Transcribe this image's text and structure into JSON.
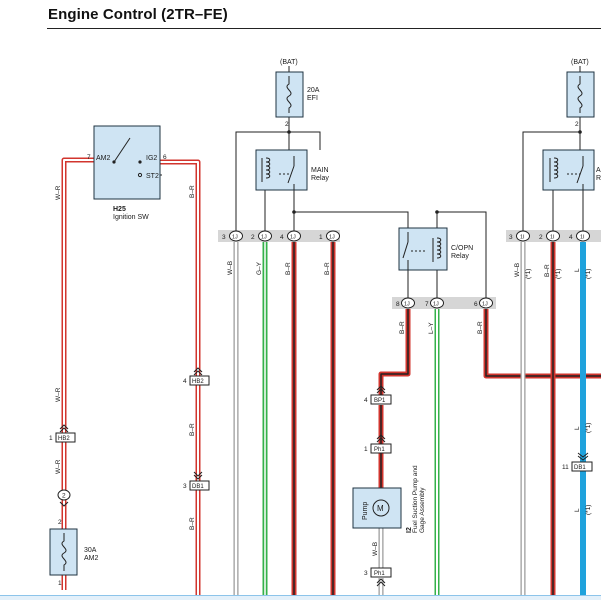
{
  "title": "Engine Control (2TR–FE)",
  "colors": {
    "box_fill": "#cfe4f3",
    "box_stroke": "#1f3342",
    "wire_black": "#222222",
    "wire_red": "#d2352e",
    "wire_green": "#34b24a",
    "wire_blue": "#1fa2dc",
    "connector_strip": "#d6d6d6",
    "footer_tint": "#e3f0fa"
  },
  "components": {
    "fuse_efi": {
      "source": "(BAT)",
      "rating": "20A",
      "name": "EFI",
      "pin": "2"
    },
    "fuse_right_top": {
      "source": "(BAT)",
      "pin": "2"
    },
    "main_relay": {
      "label": "MAIN",
      "sub": "Relay"
    },
    "right_relay": {
      "label": "AM",
      "sub": "R"
    },
    "copn_relay": {
      "label": "C/OPN",
      "sub": "Relay"
    },
    "ignition_sw": {
      "code": "H25",
      "name": "Ignition SW",
      "am2": "AM2",
      "ig2": "IG2",
      "st2": "ST2",
      "pin_am2": "7",
      "pin_ig2": "6"
    },
    "fuse_am2": {
      "rating": "30A",
      "name": "AM2",
      "pin_top": "2",
      "pin_bottom": "1"
    },
    "fuel_pump": {
      "box_label": "Pump",
      "symbol": "M",
      "code": "I2",
      "name_line1": "Fuel Suction Pump and",
      "name_line2": "Gage Assembly"
    }
  },
  "connectors": {
    "row1": [
      {
        "pin": "3",
        "code": "1J",
        "wire": "W–B"
      },
      {
        "pin": "2",
        "code": "1J",
        "wire": "G–Y"
      },
      {
        "pin": "4",
        "code": "1J",
        "wire": "B–R"
      },
      {
        "pin": "1",
        "code": "1J",
        "wire": "B–R"
      }
    ],
    "row2": [
      {
        "pin": "8",
        "code": "1J",
        "wire": "B–R"
      },
      {
        "pin": "7",
        "code": "1J",
        "wire": "L–Y"
      },
      {
        "pin": "6",
        "code": "1J",
        "wire": "B–R"
      }
    ],
    "row_right": [
      {
        "pin": "3",
        "code": "1I",
        "wire": "W–B",
        "note": "(*1)"
      },
      {
        "pin": "2",
        "code": "1I",
        "wire": "B–R",
        "note": "(*1)"
      },
      {
        "pin": "4",
        "code": "1I",
        "wire": "L",
        "note": "(*1)"
      }
    ],
    "hb2_left": {
      "pin": "1",
      "code": "HB2"
    },
    "hb2_mid": {
      "pin": "4",
      "code": "HB2"
    },
    "db1_mid": {
      "pin": "3",
      "code": "DB1"
    },
    "db1_right": {
      "pin": "11",
      "code": "DB1"
    },
    "bp1": {
      "pin": "4",
      "code": "BP1"
    },
    "ph1_top": {
      "pin": "1",
      "code": "Ph1"
    },
    "ph1_bottom": {
      "pin": "3",
      "code": "Ph1"
    },
    "splice_2": {
      "label": "2"
    }
  },
  "wire_labels": {
    "left_upper": "W–R",
    "left_mid": "W–R",
    "left_lower": "W–R",
    "ig2_upper": "B–R",
    "ig2_mid": "B–R",
    "ig2_lower": "B–R",
    "pump_ground": "W–B",
    "right_l1": "L",
    "right_l2": "L",
    "note": "(*1)"
  }
}
